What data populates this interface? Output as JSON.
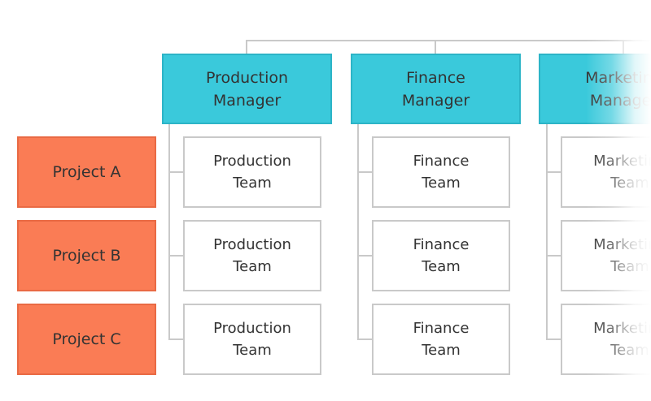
{
  "org_chart": {
    "columns": [
      {
        "manager_label": "Production Manager",
        "team_labels": [
          "Production Team",
          "Production Team",
          "Production Team"
        ]
      },
      {
        "manager_label": "Finance Manager",
        "team_labels": [
          "Finance Team",
          "Finance Team",
          "Finance Team"
        ]
      },
      {
        "manager_label": "Marketing Manager",
        "team_labels": [
          "Marketing Team",
          "Marketing Team",
          "Marketing Team"
        ]
      }
    ],
    "project_rows": [
      {
        "label": "Project A"
      },
      {
        "label": "Project B"
      },
      {
        "label": "Project C"
      }
    ],
    "colors": {
      "manager_fill": "#3AC9DB",
      "manager_border": "#2CB4C7",
      "project_fill": "#FA7C55",
      "project_border": "#E96A44",
      "team_fill": "#FFFFFF",
      "team_border": "#C9C9C9",
      "connector": "#C9C9C9",
      "text": "#333333",
      "background": "#FFFFFF"
    }
  }
}
